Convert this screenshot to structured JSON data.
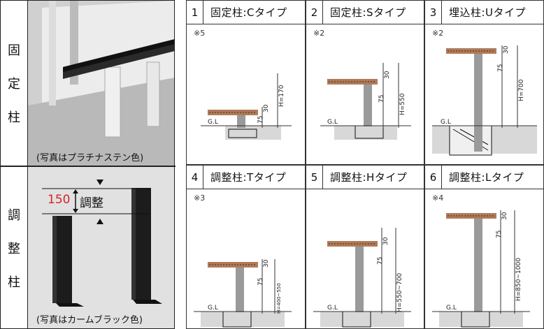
{
  "left_panel": {
    "fixed_label_chars": [
      "固",
      "定",
      "柱"
    ],
    "adjust_label_chars": [
      "調",
      "整",
      "柱"
    ],
    "fixed_photo_caption": "(写真はプラチナステン色)",
    "adjust_photo_caption": "(写真はカームブラック色)",
    "adjust_range_value": "150",
    "adjust_range_label": "調整"
  },
  "cells": [
    {
      "num": "1",
      "title": "固定柱:Cタイプ",
      "note": "※5",
      "dims": {
        "top": "30",
        "mid": "75",
        "h": "H=170"
      },
      "gl": "G.L"
    },
    {
      "num": "2",
      "title": "固定柱:Sタイプ",
      "note": "※2",
      "dims": {
        "top": "30",
        "mid": "75",
        "h": "H=550"
      },
      "gl": "G.L"
    },
    {
      "num": "3",
      "title": "埋込柱:Uタイプ",
      "note": "※2",
      "dims": {
        "top": "30",
        "mid": "75",
        "h": "H=700"
      },
      "gl": "G.L"
    },
    {
      "num": "4",
      "title": "調整柱:Tタイプ",
      "note": "※3",
      "dims": {
        "top": "30",
        "mid": "75",
        "h": "H=400~550"
      },
      "gl": "G.L"
    },
    {
      "num": "5",
      "title": "調整柱:Hタイプ",
      "note": "",
      "dims": {
        "top": "30",
        "mid": "75",
        "h": "H=550~700"
      },
      "gl": "G.L"
    },
    {
      "num": "6",
      "title": "調整柱:Lタイプ",
      "note": "※4",
      "dims": {
        "top": "30",
        "mid": "75",
        "h": "H=850~1000"
      },
      "gl": "G.L"
    }
  ],
  "colors": {
    "deck": "#b07a58",
    "deck_dots": "#3a2a1e",
    "post": "#9a9a9a",
    "accent_red": "#d8222a"
  }
}
